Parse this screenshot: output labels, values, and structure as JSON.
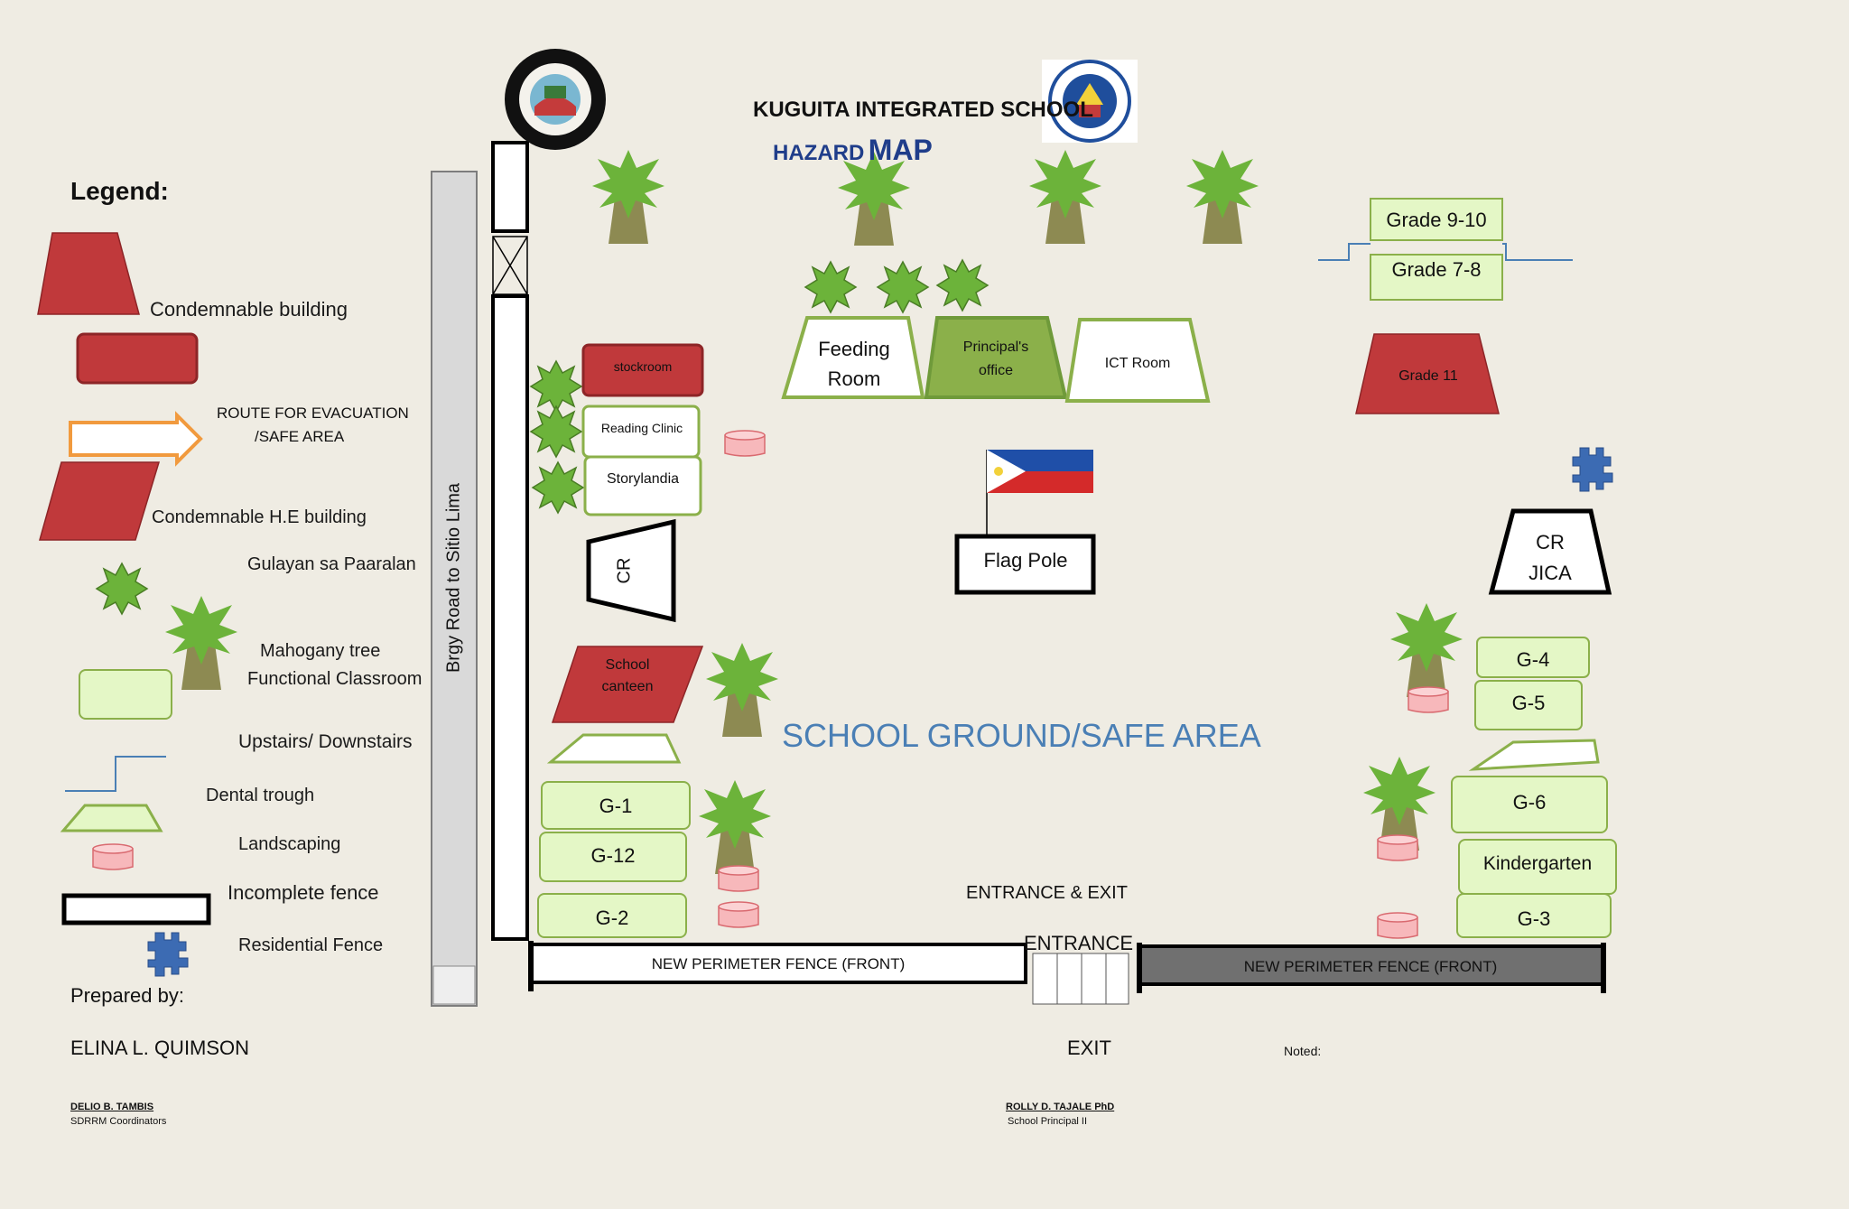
{
  "header": {
    "title": "KUGUITA INTEGRATED SCHOOL",
    "subtitle_small": "HAZARD",
    "subtitle_big": "MAP"
  },
  "legend": {
    "heading": "Legend:",
    "items": {
      "condemnable_building": "Condemnable building",
      "evacuation_route": "ROUTE FOR EVACUATION",
      "safe_area": "/SAFE AREA",
      "condemnable_he": "Condemnable H.E building",
      "gulayan": "Gulayan sa Paaralan",
      "mahogany": "Mahogany tree",
      "functional_classroom": "Functional Classroom",
      "stairs": "Upstairs/ Downstairs",
      "dental_trough": "Dental trough",
      "landscaping": "Landscaping",
      "incomplete_fence": "Incomplete fence",
      "residential_fence": "Residential Fence"
    }
  },
  "road_label": "Brgy Road to Sitio Lima",
  "buildings": {
    "stockroom": "stockroom",
    "reading_clinic": "Reading Clinic",
    "storylandia": "Storylandia",
    "cr_left": "CR",
    "canteen_1": "School",
    "canteen_2": "canteen",
    "feeding_1": "Feeding",
    "feeding_2": "Room",
    "principal_1": "Principal's",
    "principal_2": "office",
    "ict": "ICT Room",
    "flag_pole": "Flag Pole",
    "grade_9_10": "Grade 9-10",
    "grade_7_8": "Grade 7-8",
    "grade_11": "Grade 11",
    "cr_jica_1": "CR",
    "cr_jica_2": "JICA",
    "g1": "G-1",
    "g12": "G-12",
    "g2": "G-2",
    "g4": "G-4",
    "g5": "G-5",
    "g6": "G-6",
    "kinder": "Kindergarten",
    "g3": "G-3"
  },
  "safe_area": "SCHOOL GROUND/SAFE  AREA",
  "entrance_exit": "ENTRANCE & EXIT",
  "entrance": "ENTRANCE",
  "exit": "EXIT",
  "fence_left": "NEW PERIMETER FENCE (FRONT)",
  "fence_right": "NEW PERIMETER FENCE (FRONT)",
  "footer": {
    "prepared_by": "Prepared by:",
    "preparer": "ELINA L. QUIMSON",
    "coordinator_name": "DELIO B. TAMBIS",
    "coordinator_role": "SDRRM Coordinators",
    "noted": "Noted:",
    "principal_name": "ROLLY D. TAJALE PhD",
    "principal_role": "School Principal II"
  },
  "colors": {
    "background": "#efece3",
    "condemnable": "#c0393b",
    "functional": "#e4f7c6",
    "green_border": "#8bb04a",
    "tree_green": "#6cb33a",
    "trunk": "#8d8a52",
    "trough": "#f7b8bb",
    "safe_area_text": "#4a7fb5",
    "evac_arrow": "#f19a3e",
    "residential": "#3c6bb3",
    "fence_grey": "#707070"
  }
}
